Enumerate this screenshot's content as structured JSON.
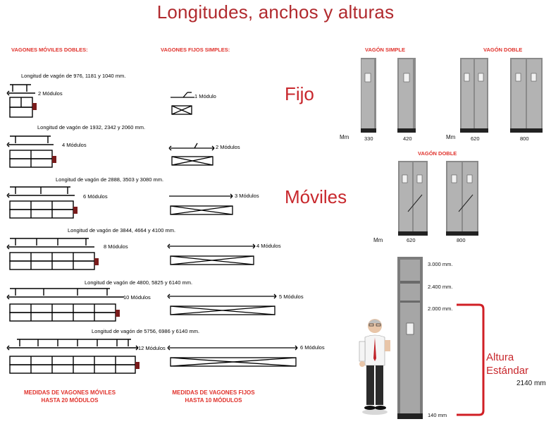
{
  "title": "Longitudes, anchos y alturas",
  "headers": {
    "moviles": "VAGONES MÓVILES DOBLES:",
    "fijos": "VAGONES FIJOS SIMPLES:",
    "simple": "VAGÓN SIMPLE",
    "doble": "VAGÓN DOBLE",
    "doble2": "VAGÓN DOBLE"
  },
  "big_labels": {
    "fijo": "Fijo",
    "moviles": "Móviles"
  },
  "rows": [
    {
      "caption": "Longitud de vagón de 976, 1181 y 1040 mm.",
      "mobile": "2 Módulos",
      "fixed": "1 Módulo"
    },
    {
      "caption": "Longitud de vagón de 1932, 2342 y 2060 mm.",
      "mobile": "4 Módulos",
      "fixed": "2 Módulos"
    },
    {
      "caption": "Longitud de vagón de 2888, 3503 y 3080 mm.",
      "mobile": "6 Módulos",
      "fixed": "3 Módulos"
    },
    {
      "caption": "Longitud de vagón de 3844, 4664 y 4100 mm.",
      "mobile": "8 Módulos",
      "fixed": "4 Módulos"
    },
    {
      "caption": "Longitud de vagón de 4800, 5825 y 6140 mm.",
      "mobile": "10 Módulos",
      "fixed": "5 Módulos"
    },
    {
      "caption": "Longitud de vagón de 5756, 6986 y 6140 mm.",
      "mobile": "12 Módulos",
      "fixed": "6 Módulos"
    }
  ],
  "footers": {
    "moviles_1": "MEDIDAS DE VAGONES MÓVILES",
    "moviles_2": "HASTA 20 MÓDULOS",
    "fijos_1": "MEDIDAS DE VAGONES FIJOS",
    "fijos_2": "HASTA 10 MÓDULOS"
  },
  "widths": {
    "unit": "Mm",
    "simple_330": "330",
    "simple_420": "420",
    "doble_620": "620",
    "doble_800": "800",
    "unit2": "Mm",
    "doble2_620": "620",
    "doble2_800": "800"
  },
  "heights": {
    "h3000": "3.000 mm.",
    "h2400": "2.400 mm.",
    "h2000": "2.000 mm.",
    "h140": "140 mm",
    "altura_1": "Altura",
    "altura_2": "Estándar",
    "altura_value": "2140 mm"
  },
  "colors": {
    "accent": "#e0322c",
    "title": "#b12a2e",
    "cabinet": "#7c7c7c"
  }
}
